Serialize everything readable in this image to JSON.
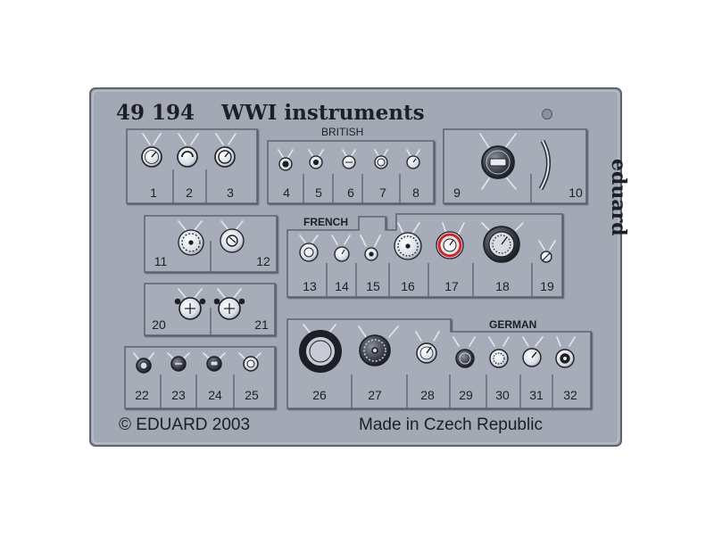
{
  "sheet": {
    "code": "49 194",
    "title": "WWI instruments",
    "brand": "eduard",
    "copyright": "© EDUARD 2003",
    "origin": "Made in Czech Republic"
  },
  "groups": {
    "british": "BRITISH",
    "french": "FRENCH",
    "german": "GERMAN"
  },
  "parts": [
    "1",
    "2",
    "3",
    "4",
    "5",
    "6",
    "7",
    "8",
    "9",
    "10",
    "11",
    "12",
    "13",
    "14",
    "15",
    "16",
    "17",
    "18",
    "19",
    "20",
    "21",
    "22",
    "23",
    "24",
    "25",
    "26",
    "27",
    "28",
    "29",
    "30",
    "31",
    "32"
  ],
  "colors": {
    "fret": "#a2a8b4",
    "fret_dark": "#5f6574",
    "highlight": "#e4e8ee",
    "text": "#1e1e26",
    "red_instrument": "#c8282a"
  }
}
